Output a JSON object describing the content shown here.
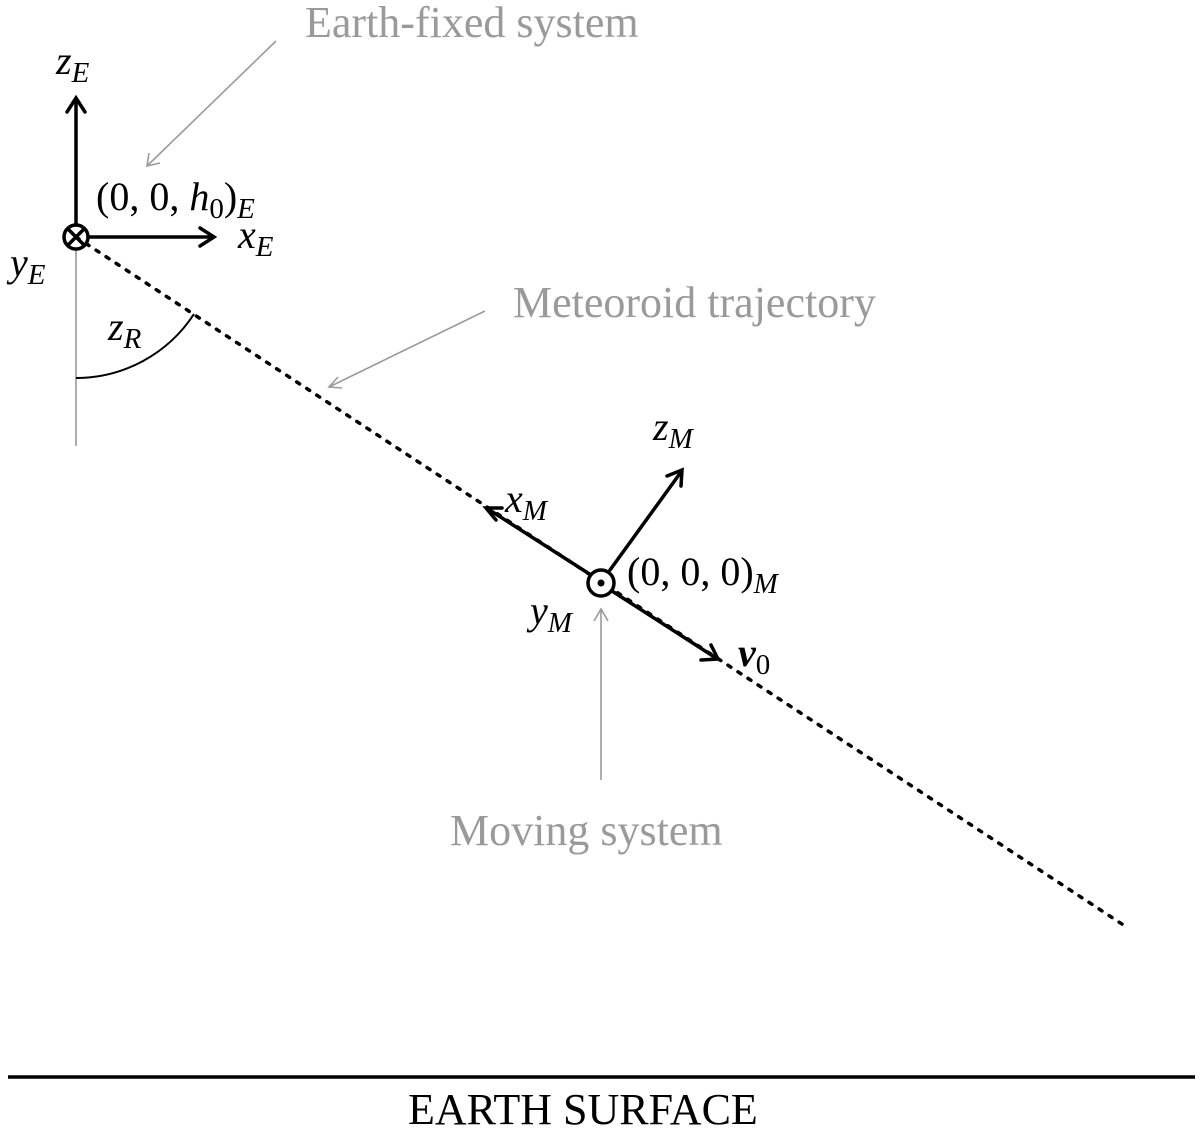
{
  "labels": {
    "earth_fixed_system": "Earth-fixed system",
    "meteoroid_trajectory": "Meteoroid trajectory",
    "moving_system": "Moving system",
    "earth_surface": "EARTH SURFACE"
  },
  "earth_frame": {
    "z_axis": {
      "symbol": "z",
      "subscript": "E"
    },
    "x_axis": {
      "symbol": "x",
      "subscript": "E"
    },
    "y_axis": {
      "symbol": "y",
      "subscript": "E"
    },
    "origin": {
      "open": "(0, 0, ",
      "h": "h",
      "h_sub": "0",
      "close": ")",
      "frame_sub": "E"
    },
    "zenith_angle": {
      "symbol": "z",
      "subscript": "R"
    }
  },
  "moving_frame": {
    "z_axis": {
      "symbol": "z",
      "subscript": "M"
    },
    "x_axis": {
      "symbol": "x",
      "subscript": "M"
    },
    "y_axis": {
      "symbol": "y",
      "subscript": "M"
    },
    "origin": {
      "text": "(0, 0, 0)",
      "frame_sub": "M"
    },
    "velocity": {
      "symbol": "v",
      "subscript": "0"
    }
  },
  "colors": {
    "ink": "#000000",
    "annotation": "#9a9a9a"
  }
}
